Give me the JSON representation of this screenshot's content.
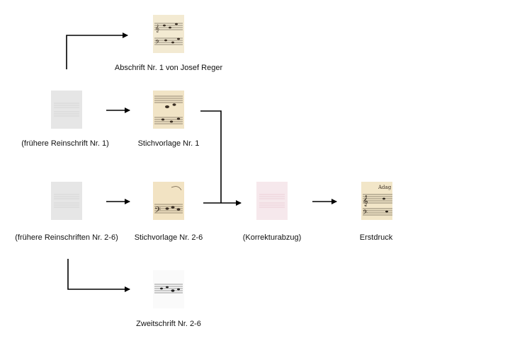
{
  "colors": {
    "arrow": "#000000",
    "placeholder_fill": "#e6e6e6",
    "placeholder_lines": "#d0d0d0",
    "proof_fill": "#f6e8ec",
    "proof_lines": "#e8c9d2",
    "manuscript_paper": "#f3ead2",
    "manuscript_ink": "#3a2e22",
    "copy_paper": "#fafafa",
    "print_paper": "#f2e6c8"
  },
  "nodes": [
    {
      "id": "abschrift",
      "label": "Abschrift Nr. 1 von Josef Reger",
      "thumbnail": "manuscript-score-icon"
    },
    {
      "id": "reinschrift1",
      "label": "(frühere Reinschrift Nr. 1)",
      "thumbnail": "placeholder-document-icon"
    },
    {
      "id": "stichvorlage1",
      "label": "Stichvorlage Nr. 1",
      "thumbnail": "manuscript-score-icon"
    },
    {
      "id": "reinschriften26",
      "label": "(frühere Reinschriften Nr. 2-6)",
      "thumbnail": "placeholder-document-icon"
    },
    {
      "id": "stichvorlage26",
      "label": "Stichvorlage Nr. 2-6",
      "thumbnail": "manuscript-score-icon"
    },
    {
      "id": "korrektur",
      "label": "(Korrekturabzug)",
      "thumbnail": "proof-document-icon"
    },
    {
      "id": "erstdruck",
      "label": "Erstdruck",
      "thumbnail": "printed-score-icon",
      "thumbnail_text": "Adag"
    },
    {
      "id": "zweitschrift",
      "label": "Zweitschrift Nr. 2-6",
      "thumbnail": "copy-score-icon"
    }
  ],
  "edges": [
    {
      "from": "reinschrift1",
      "to": "abschrift"
    },
    {
      "from": "reinschrift1",
      "to": "stichvorlage1"
    },
    {
      "from": "stichvorlage1",
      "to": "korrektur"
    },
    {
      "from": "reinschriften26",
      "to": "stichvorlage26"
    },
    {
      "from": "stichvorlage26",
      "to": "korrektur"
    },
    {
      "from": "reinschriften26",
      "to": "zweitschrift"
    },
    {
      "from": "korrektur",
      "to": "erstdruck"
    }
  ]
}
